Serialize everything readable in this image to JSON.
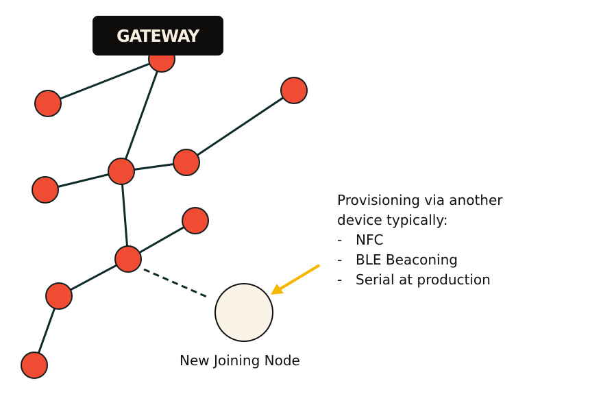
{
  "gateway": {
    "label": "GATEWAY"
  },
  "colors": {
    "node_fill": "#f04c33",
    "node_stroke": "#0f1e1e",
    "edge": "#0f2a2a",
    "new_node_fill": "#faf3e8",
    "arrow": "#f5b800",
    "gateway_bg": "#0d0c0b",
    "gateway_text": "#f8efe1"
  },
  "nodes": [
    {
      "id": "gw"
    },
    {
      "id": "n1"
    },
    {
      "id": "n2"
    },
    {
      "id": "n3"
    },
    {
      "id": "n4"
    },
    {
      "id": "n5"
    },
    {
      "id": "n6"
    },
    {
      "id": "n7"
    },
    {
      "id": "n8"
    },
    {
      "id": "n9"
    }
  ],
  "edges": [
    [
      "gw",
      "n1"
    ],
    [
      "gw",
      "n3"
    ],
    [
      "n3",
      "n4"
    ],
    [
      "n4",
      "n2"
    ],
    [
      "n3",
      "n5"
    ],
    [
      "n3",
      "n7"
    ],
    [
      "n7",
      "n6"
    ],
    [
      "n7",
      "n8"
    ],
    [
      "n8",
      "n9"
    ]
  ],
  "pending_edge": [
    "n7",
    "new"
  ],
  "new_node": {
    "label": "New Joining Node"
  },
  "info": {
    "heading_line1": "Provisioning via another",
    "heading_line2": "device typically:",
    "items": [
      "NFC",
      "BLE Beaconing",
      "Serial at production"
    ],
    "bullet": "-"
  }
}
